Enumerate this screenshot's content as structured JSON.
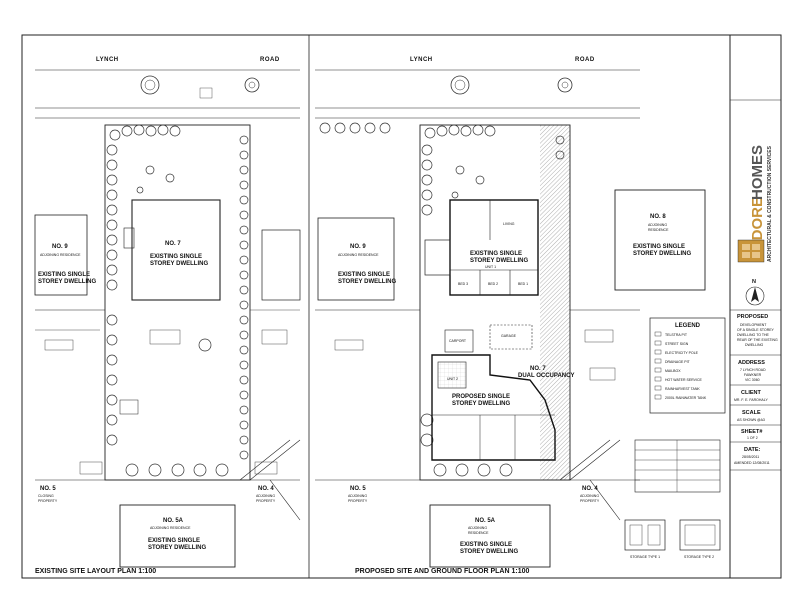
{
  "roads": {
    "left_lynch": "LYNCH",
    "left_road": "ROAD",
    "right_lynch": "LYNCH",
    "right_road": "ROAD"
  },
  "left_plan": {
    "title": "EXISTING SITE LAYOUT PLAN 1:100",
    "no9_title": "NO. 9",
    "no9_sub": "ADJOINING RESIDENCE",
    "no9_dwelling_1": "EXISTING SINGLE",
    "no9_dwelling_2": "STOREY DWELLING",
    "no7_title": "NO. 7",
    "no7_dwelling_1": "EXISTING SINGLE",
    "no7_dwelling_2": "STOREY DWELLING",
    "no5_title": "NO. 5",
    "no5_sub": "CLOSING",
    "no5_sub2": "PROPERTY",
    "no4_title": "NO. 4",
    "no4_sub": "ADJOINING",
    "no4_sub2": "PROPERTY",
    "no5a_title": "NO. 5A",
    "no5a_sub": "ADJOINING RESIDENCE",
    "no5a_dwelling_1": "EXISTING SINGLE",
    "no5a_dwelling_2": "STOREY DWELLING"
  },
  "right_plan": {
    "title": "PROPOSED SITE AND GROUND FLOOR PLAN 1:100",
    "no9_title": "NO. 9",
    "no9_sub": "ADJOINING RESIDENCE",
    "no9_dwelling_1": "EXISTING SINGLE",
    "no9_dwelling_2": "STOREY DWELLING",
    "unit1_1": "EXISTING SINGLE",
    "unit1_2": "STOREY DWELLING",
    "unit1_3": "UNIT 1",
    "no7_1": "NO. 7",
    "no7_2": "DUAL OCCUPANCY",
    "unit2_1": "PROPOSED SINGLE",
    "unit2_2": "STOREY DWELLING",
    "unit2_3": "UNIT 2",
    "no8_title": "NO. 8",
    "no8_sub": "ADJOINING",
    "no8_sub2": "RESIDENCE",
    "no8_dwelling_1": "EXISTING SINGLE",
    "no8_dwelling_2": "STOREY DWELLING",
    "no5_title": "NO. 5",
    "no5_sub": "ADJOINING",
    "no5_sub2": "PROPERTY",
    "no4_title": "NO. 4",
    "no4_sub": "ADJOINING",
    "no4_sub2": "PROPERTY",
    "no5a_title": "NO. 5A",
    "no5a_sub": "ADJOINING",
    "no5a_sub2": "RESIDENCE",
    "no5a_dwelling_1": "EXISTING SINGLE",
    "no5a_dwelling_2": "STOREY DWELLING",
    "carport": "CARPORT",
    "garage": "GARAGE",
    "bed1": "BED 1",
    "bed2": "BED 2",
    "bed3": "BED 3",
    "living": "LIVING",
    "legend_title": "LEGEND",
    "legend_items": [
      "TELSTRA PIT",
      "STREET SIGN",
      "ELECTRICITY POLE",
      "DRAINAGE PIT",
      "MAILBOX",
      "HOT WATER SERVICE",
      "RAINHARVEST TANK",
      "2000L RAINWATER TANK"
    ],
    "storage_1": "STORAGE TYPE 1",
    "storage_2": "STORAGE TYPE 2"
  },
  "title_block": {
    "company_1": "ADDORE",
    "company_2": "HOMES",
    "company_sub": "ARCHITECTURAL & CONSTRUCTION SERVICES",
    "proposed_label": "PROPOSED",
    "proposed_1": "DEVELOPMENT",
    "proposed_2": "OF A SINGLE STOREY",
    "proposed_3": "DWELLING TO THE",
    "proposed_4": "REAR OF THE EXISTING",
    "proposed_5": "DWELLING",
    "address_label": "ADDRESS",
    "address_1": "7 LYNCH ROAD",
    "address_2": "FAWKNER",
    "address_3": "VIC 3060",
    "client_label": "CLIENT",
    "client_value": "MR. F. E. FAROHALY",
    "scale_label": "SCALE",
    "scale_value": "AS SHOWN @A3",
    "sheet_label": "SHEET#",
    "sheet_value": "1 OF 2",
    "date_label": "DATE:",
    "date_1": "28/05/2011",
    "date_2": "AMENDED 12/08/2011",
    "north": "N"
  },
  "colors": {
    "line": "#222222",
    "paper": "#ffffff",
    "hatch": "#9a9a9a",
    "tree": "#333333"
  }
}
